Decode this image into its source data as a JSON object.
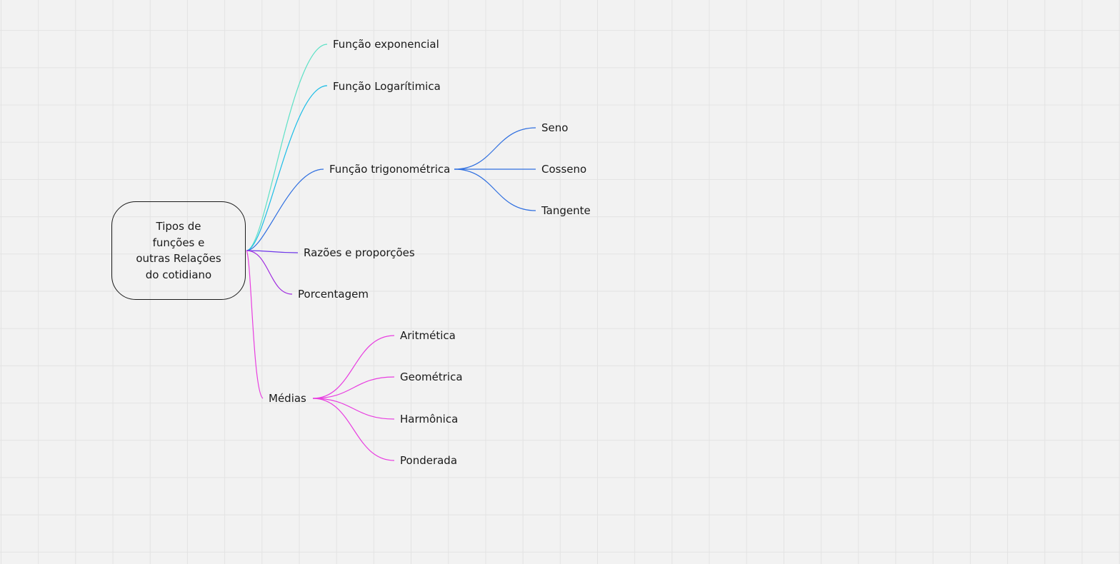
{
  "mindmap": {
    "root": {
      "label": "Tipos de\nfunções e\noutras Relações\ndo cotidiano"
    },
    "branches": [
      {
        "label": "Função exponencial",
        "color": "#5ce1c6",
        "children": []
      },
      {
        "label": "Função Logarítimica",
        "color": "#1bbde6",
        "children": []
      },
      {
        "label": "Função trigonométrica",
        "color": "#2f6fe0",
        "children": [
          {
            "label": "Seno"
          },
          {
            "label": "Cosseno"
          },
          {
            "label": "Tangente"
          }
        ]
      },
      {
        "label": "Razões e proporções",
        "color": "#6b34e8",
        "children": []
      },
      {
        "label": "Porcentagem",
        "color": "#a02de0",
        "children": []
      },
      {
        "label": "Médias",
        "color": "#e83ee0",
        "children": [
          {
            "label": "Aritmética"
          },
          {
            "label": "Geométrica"
          },
          {
            "label": "Harmônica"
          },
          {
            "label": "Ponderada"
          }
        ]
      }
    ]
  }
}
